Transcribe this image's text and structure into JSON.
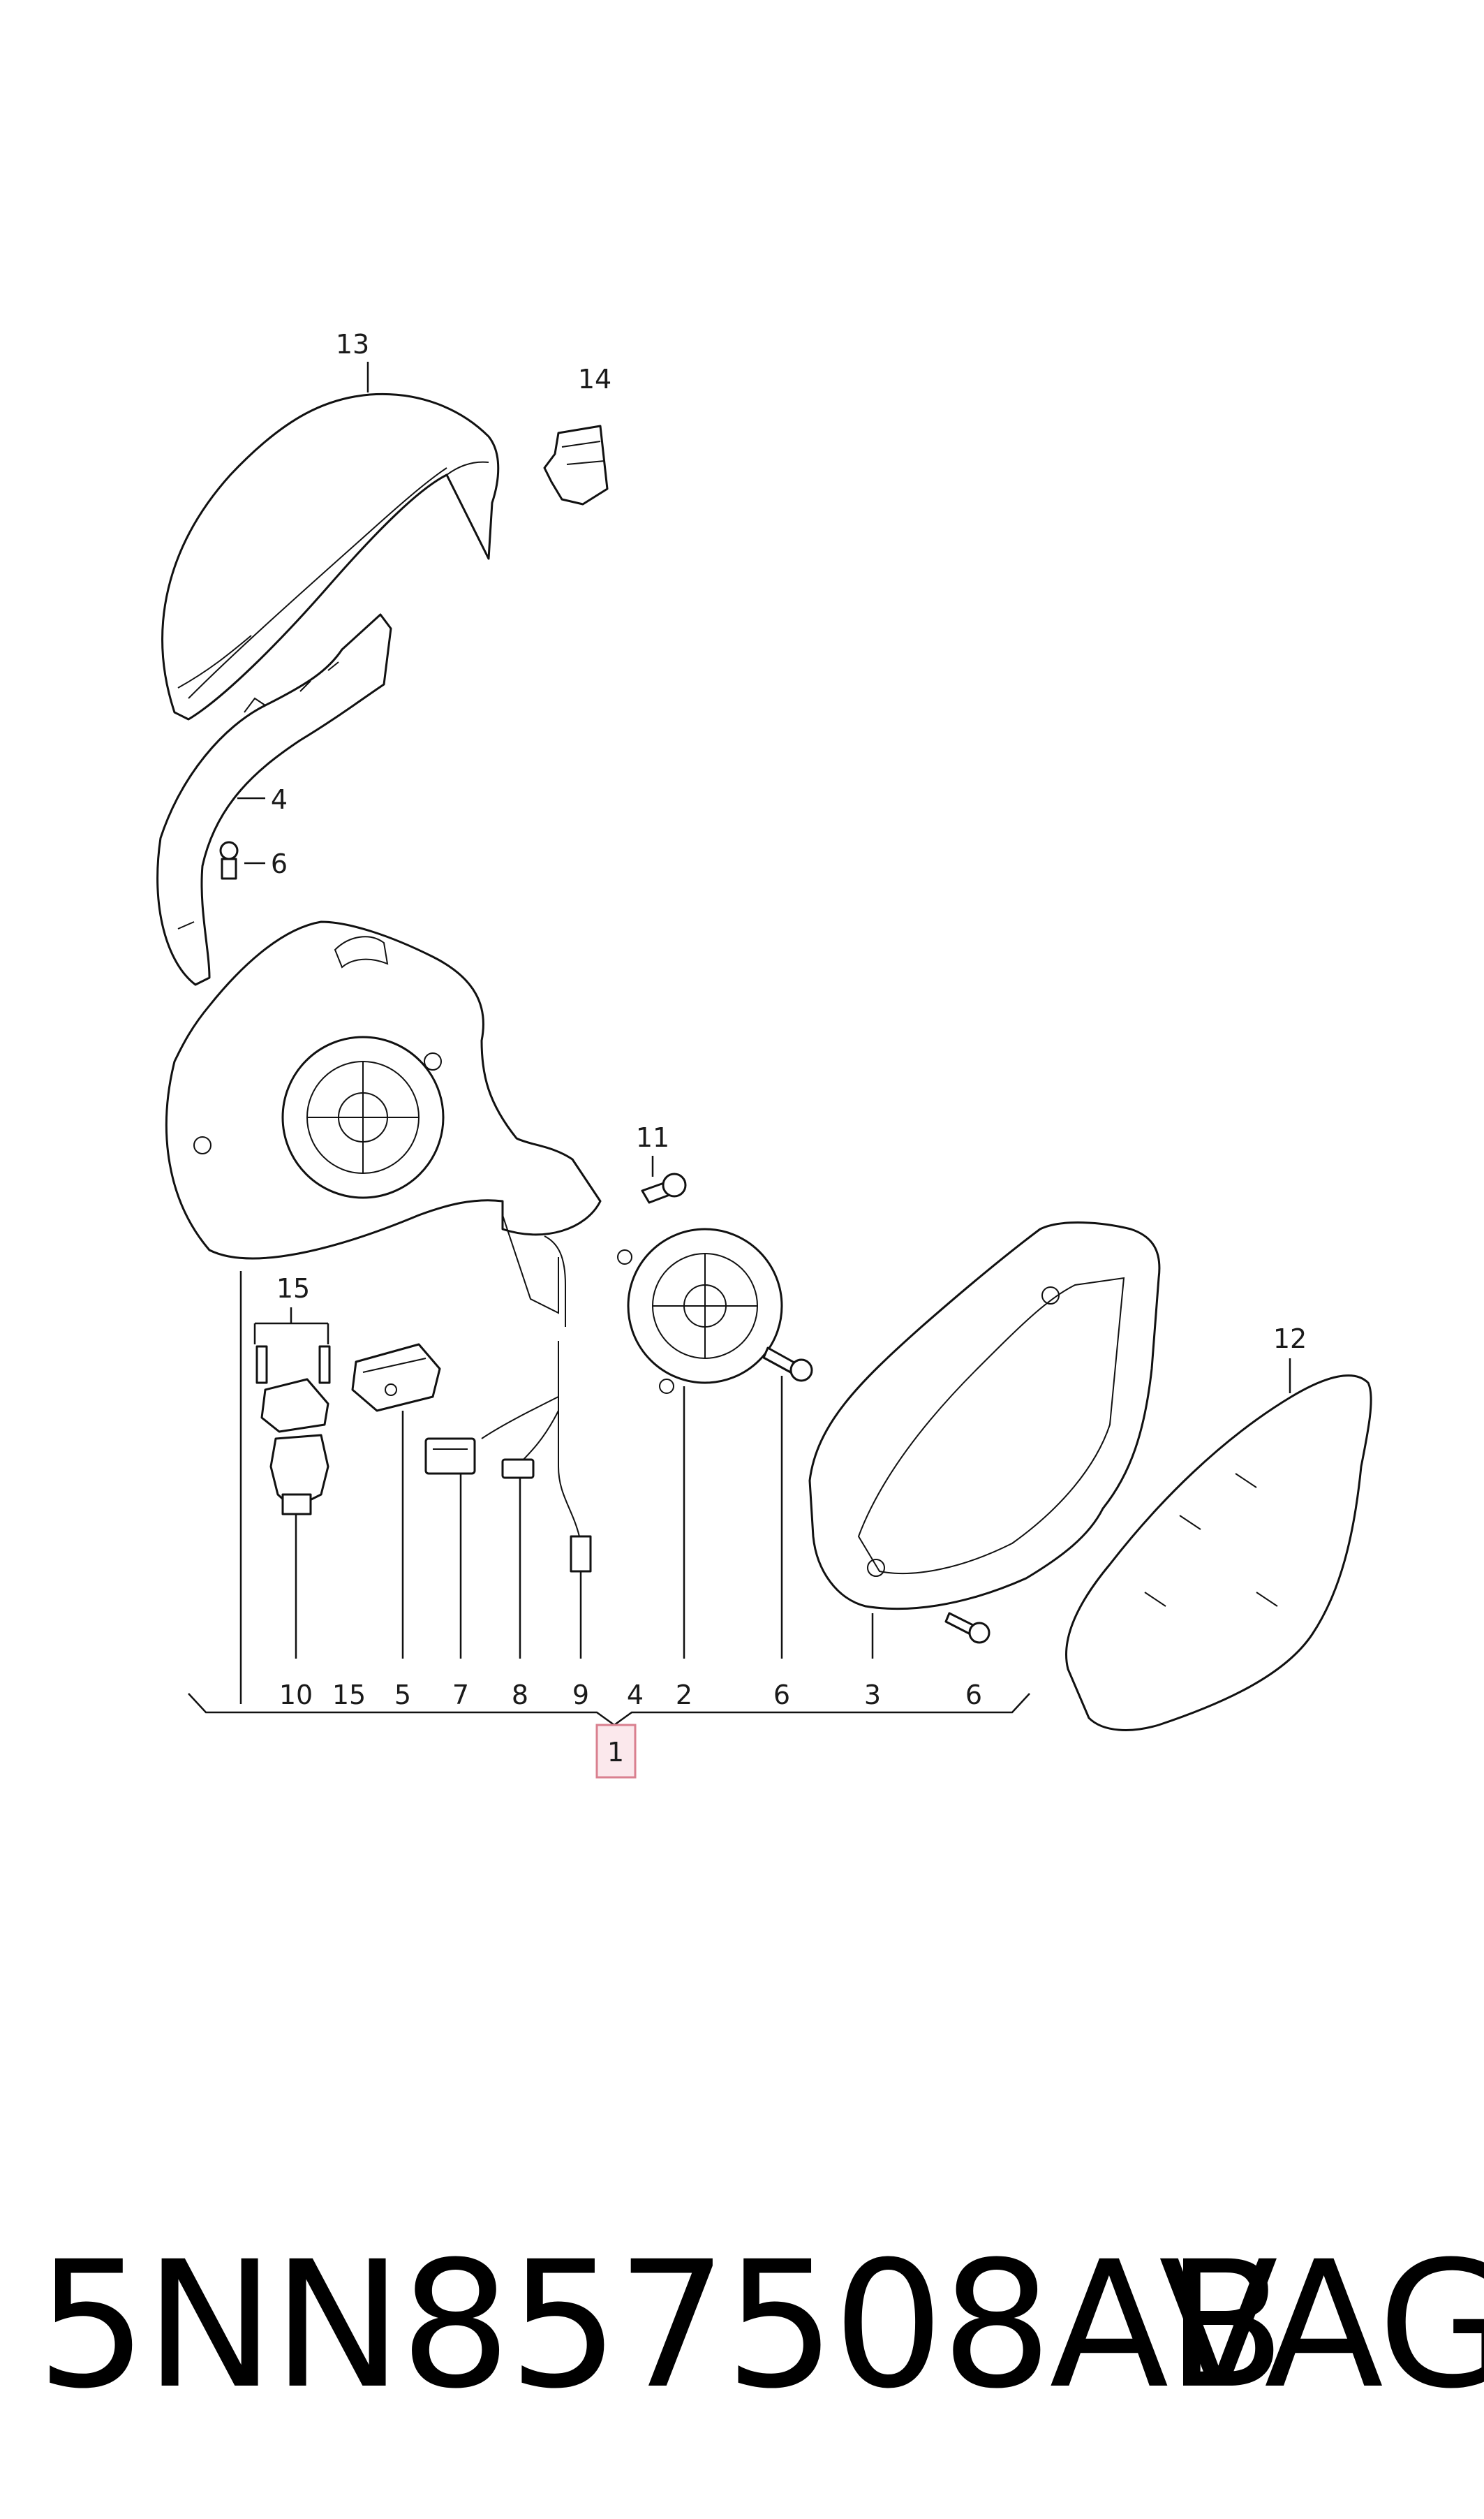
{
  "diagram": {
    "callouts": {
      "c13": "13",
      "c14": "14",
      "c4_top": "4",
      "c6_top": "6",
      "c11": "11",
      "c12": "12",
      "c15_top": "15",
      "c1": "1"
    },
    "bottom_row": [
      "10",
      "15",
      "5",
      "7",
      "8",
      "9",
      "4",
      "2",
      "6",
      "3",
      "6"
    ]
  },
  "footer": {
    "part_number": "5NN857508AB",
    "brand": "VAG"
  }
}
